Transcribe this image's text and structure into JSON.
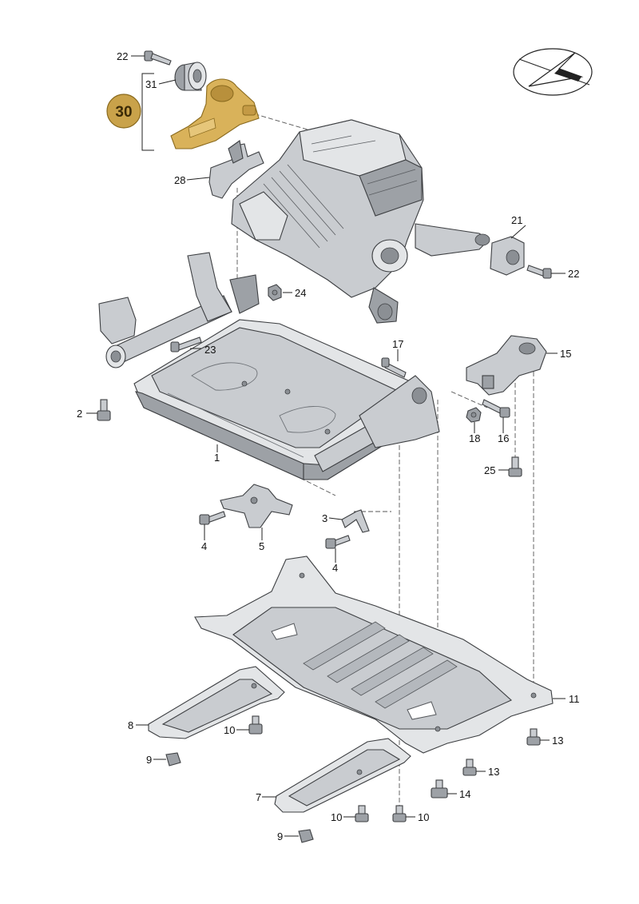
{
  "callouts": {
    "n1": "1",
    "n2": "2",
    "n3": "3",
    "n4a": "4",
    "n4b": "4",
    "n5": "5",
    "n7": "7",
    "n8": "8",
    "n9a": "9",
    "n9b": "9",
    "n10a": "10",
    "n10b": "10",
    "n10c": "10",
    "n11": "11",
    "n13a": "13",
    "n13b": "13",
    "n14": "14",
    "n15": "15",
    "n16": "16",
    "n17": "17",
    "n18": "18",
    "n21": "21",
    "n22a": "22",
    "n22b": "22",
    "n23": "23",
    "n24": "24",
    "n25": "25",
    "n28": "28",
    "n30": "30",
    "n31": "31"
  },
  "colors": {
    "highlight": "#d9b25a",
    "highlight_badge": "#c9a24a",
    "part_fill": "#c9ccd0",
    "outline": "#3d3f42"
  },
  "icons": {
    "orientation": "direction-arrow-icon"
  }
}
